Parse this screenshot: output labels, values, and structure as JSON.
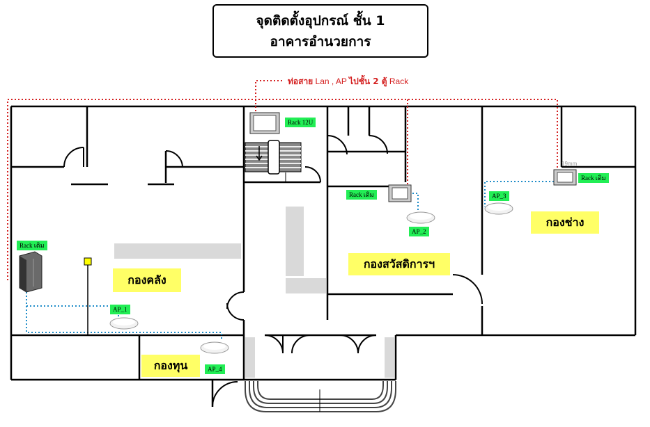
{
  "title": {
    "line1": "จุดติดตั้งอุปกรณ์ ชั้น 1",
    "line2": "อาคารอำนวยการ"
  },
  "cable_note": {
    "prefix": "ท่อสาย",
    "middle": " Lan , AP ",
    "thai2": "ไปชั้น 2 ตู้",
    "suffix": " Rack"
  },
  "rooms": {
    "warehouse": "กองคลัง",
    "fund": "กองทุน",
    "welfare": "กองสวัสดิการฯ",
    "engineering": "กองช่าง"
  },
  "equipment": {
    "rack_main": "Rack 12U",
    "rack_welfare": "Rack เดิม",
    "rack_engineering": "Rack เดิม",
    "rack_warehouse": "Rack เดิม",
    "ap1": "AP_1",
    "ap2": "AP_2",
    "ap3": "AP_3",
    "ap4": "AP_4"
  },
  "dimension_label": "19mm",
  "colors": {
    "wall": "#000000",
    "cable_red": "#d42020",
    "cable_blue": "#1e8cc8",
    "room_label_bg": "#ffff66",
    "equipment_label_bg": "#22ee55",
    "pillar": "#d9d9d9"
  }
}
